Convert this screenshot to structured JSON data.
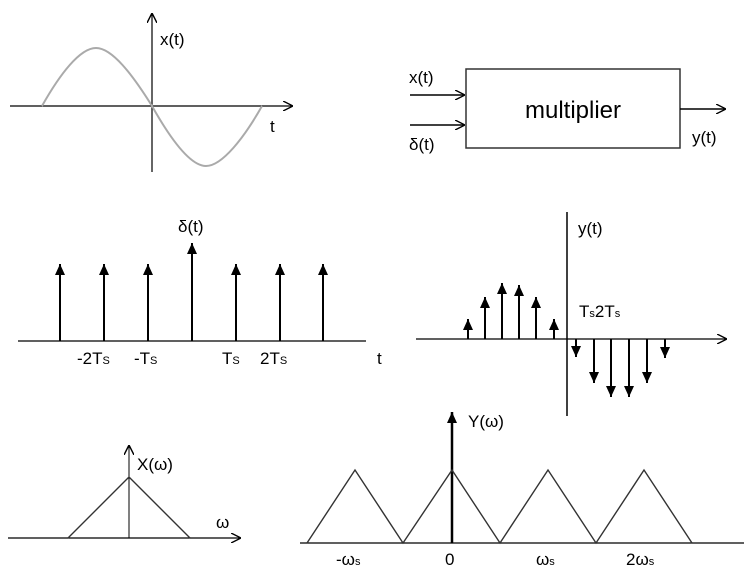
{
  "signal_plot": {
    "y_label": "x(t)",
    "x_label": "t"
  },
  "block_diagram": {
    "block_label": "multiplier",
    "input_1": "x(t)",
    "input_2": "δ(t)",
    "output": "y(t)"
  },
  "impulse_train_plot": {
    "y_label": "δ(t)",
    "x_label": "t",
    "tick_labels": [
      "-2T",
      "-T",
      "T",
      "2T"
    ],
    "tick_subscript": "S"
  },
  "sampled_signal_plot": {
    "y_label": "y(t)",
    "tick_label_1": "T",
    "tick_label_2": "2T",
    "tick_subscript": "s"
  },
  "spectrum_plot": {
    "y_label": "X(ω)",
    "x_label": "ω"
  },
  "sampled_spectrum_plot": {
    "y_label": "Y(ω)",
    "tick_labels": {
      "neg_omega": "-ω",
      "zero": "0",
      "omega": "ω",
      "two_omega": "2ω"
    },
    "tick_subscript": "s"
  },
  "colors": {
    "stroke": "#000000",
    "curve": "#aaaaaa",
    "line": "#333333"
  }
}
